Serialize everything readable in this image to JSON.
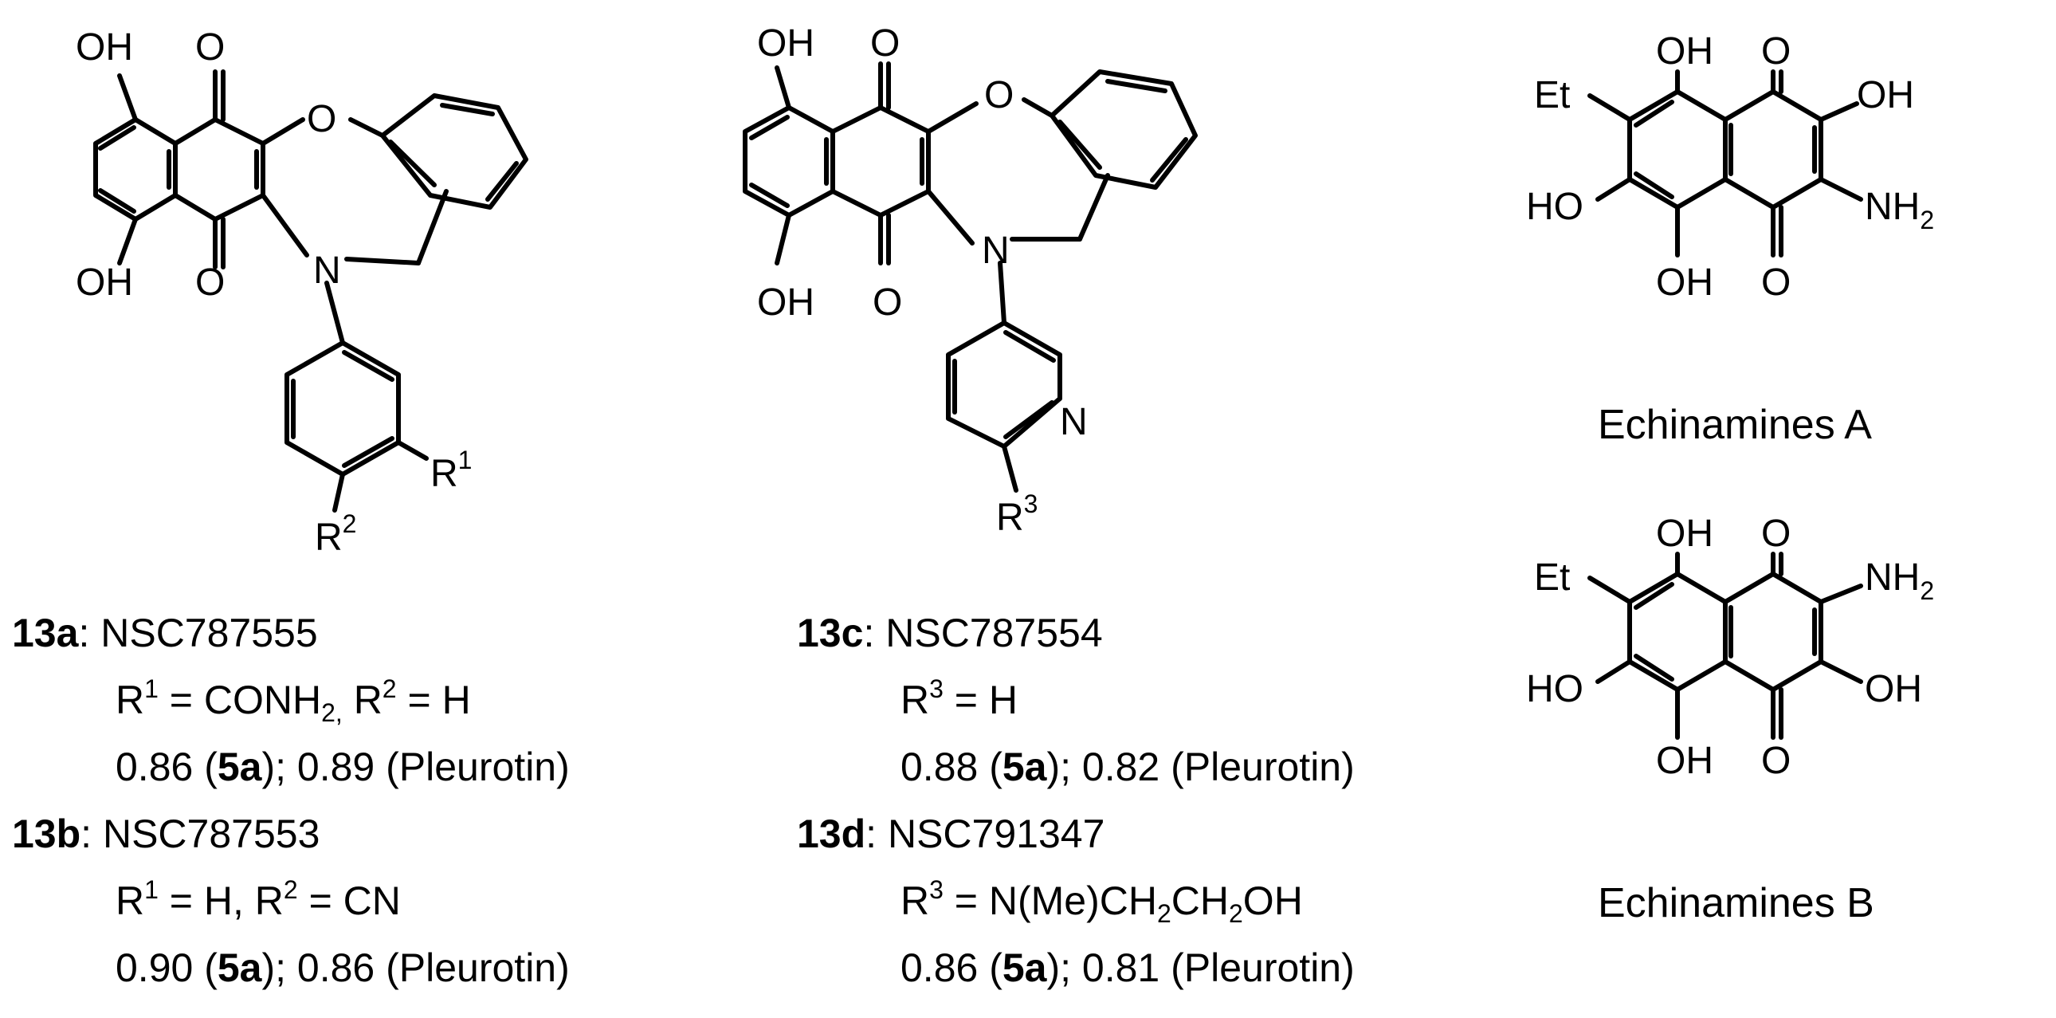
{
  "structures": {
    "s13ab": {
      "atoms": {
        "oh_top": "OH",
        "o_top": "O",
        "o_ring": "O",
        "n": "N",
        "oh_bot": "OH",
        "o_bot": "O",
        "r1": "R",
        "r1_sup": "1",
        "r2": "R",
        "r2_sup": "2"
      }
    },
    "s13cd": {
      "atoms": {
        "oh_top": "OH",
        "o_top": "O",
        "o_ring": "O",
        "n": "N",
        "oh_bot": "OH",
        "o_bot": "O",
        "py_n": "N",
        "r3": "R",
        "r3_sup": "3"
      }
    },
    "echA": {
      "atoms": {
        "et": "Et",
        "oh1": "OH",
        "o1": "O",
        "oh2": "OH",
        "ho": "HO",
        "nh2": "NH",
        "nh2_sub": "2",
        "oh3": "OH",
        "o2": "O"
      },
      "caption": "Echinamines A"
    },
    "echB": {
      "atoms": {
        "et": "Et",
        "oh1": "OH",
        "o1": "O",
        "nh2": "NH",
        "nh2_sub": "2",
        "ho": "HO",
        "oh2": "OH",
        "oh3": "OH",
        "o2": "O"
      },
      "caption": "Echinamines B"
    }
  },
  "captions": {
    "c13a": {
      "id": "13a",
      "sep": ": ",
      "nsc": "NSC787555",
      "sub1": "R",
      "sub1_sup": "1",
      "sub1_eq": " = CONH",
      "sub1_sub": "2,",
      "sub1_r2": " R",
      "sub1_r2_sup": "2",
      "sub1_tail": " = H",
      "v1": "0.86 (",
      "v1_bold": "5a",
      "v1_mid": "); 0.89 (Pleurotin)"
    },
    "c13b": {
      "id": "13b",
      "sep": ": ",
      "nsc": "NSC787553",
      "sub1": "R",
      "sub1_sup": "1",
      "sub1_eq": " = H, R",
      "sub1_sup2": "2",
      "sub1_tail": " = CN",
      "v1": "0.90 (",
      "v1_bold": "5a",
      "v1_mid": "); 0.86 (Pleurotin)"
    },
    "c13c": {
      "id": "13c",
      "sep": ": ",
      "nsc": "NSC787554",
      "sub1": "R",
      "sub1_sup": "3",
      "sub1_tail": " = H",
      "v1": "0.88 (",
      "v1_bold": "5a",
      "v1_mid": "); 0.82 (Pleurotin)"
    },
    "c13d": {
      "id": "13d",
      "sep": ": ",
      "nsc": "NSC791347",
      "sub1": "R",
      "sub1_sup": "3",
      "sub1_eq": " = N(Me)CH",
      "sub1_s1": "2",
      "sub1_mid": "CH",
      "sub1_s2": "2",
      "sub1_tail": "OH",
      "v1": "0.86 (",
      "v1_bold": "5a",
      "v1_mid": "); 0.81 (Pleurotin)"
    }
  }
}
